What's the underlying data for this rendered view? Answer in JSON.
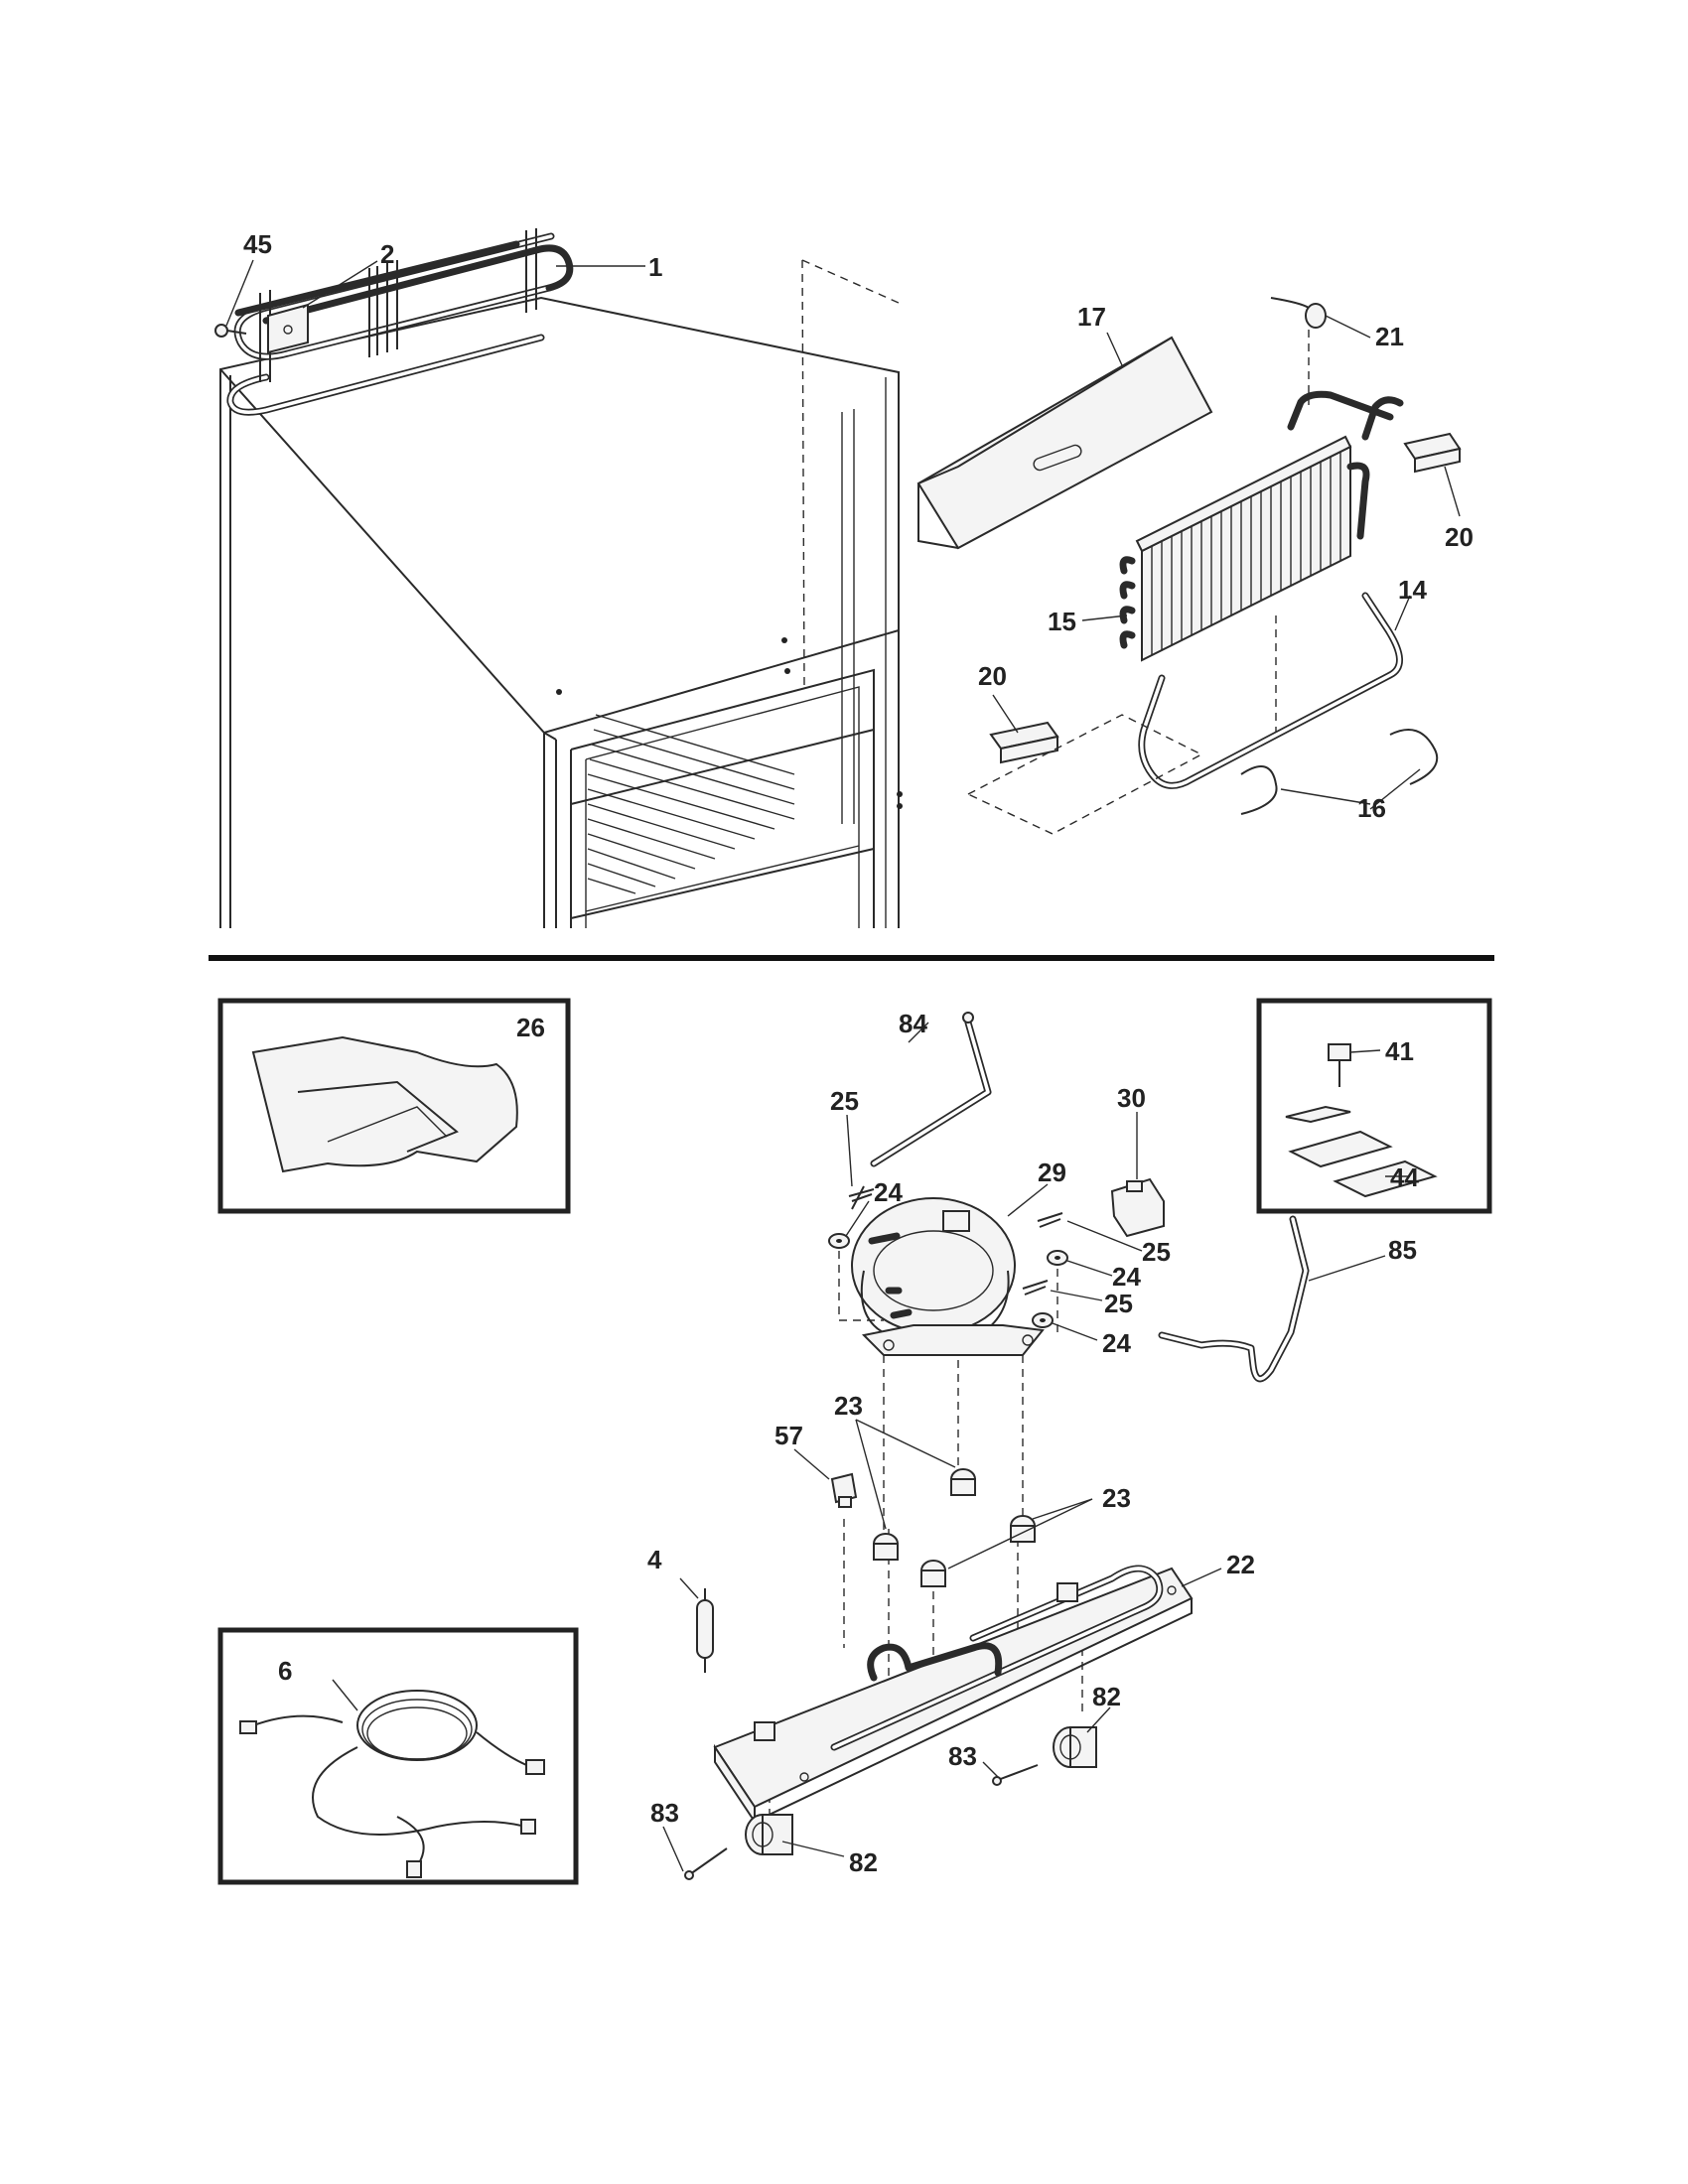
{
  "callouts": [
    {
      "id": "45",
      "text": "45"
    },
    {
      "id": "2",
      "text": "2"
    },
    {
      "id": "1",
      "text": "1"
    },
    {
      "id": "17",
      "text": "17"
    },
    {
      "id": "21",
      "text": "21"
    },
    {
      "id": "20a",
      "text": "20"
    },
    {
      "id": "14",
      "text": "14"
    },
    {
      "id": "15",
      "text": "15"
    },
    {
      "id": "20b",
      "text": "20"
    },
    {
      "id": "16",
      "text": "16"
    },
    {
      "id": "26",
      "text": "26"
    },
    {
      "id": "84",
      "text": "84"
    },
    {
      "id": "41",
      "text": "41"
    },
    {
      "id": "44",
      "text": "44"
    },
    {
      "id": "25a",
      "text": "25"
    },
    {
      "id": "30",
      "text": "30"
    },
    {
      "id": "24a",
      "text": "24"
    },
    {
      "id": "29",
      "text": "29"
    },
    {
      "id": "25b",
      "text": "25"
    },
    {
      "id": "24b",
      "text": "24"
    },
    {
      "id": "25c",
      "text": "25"
    },
    {
      "id": "24c",
      "text": "24"
    },
    {
      "id": "85",
      "text": "85"
    },
    {
      "id": "23a",
      "text": "23"
    },
    {
      "id": "57",
      "text": "57"
    },
    {
      "id": "23b",
      "text": "23"
    },
    {
      "id": "4",
      "text": "4"
    },
    {
      "id": "22",
      "text": "22"
    },
    {
      "id": "6",
      "text": "6"
    },
    {
      "id": "82a",
      "text": "82"
    },
    {
      "id": "83a",
      "text": "83"
    },
    {
      "id": "83b",
      "text": "83"
    },
    {
      "id": "82b",
      "text": "82"
    }
  ]
}
